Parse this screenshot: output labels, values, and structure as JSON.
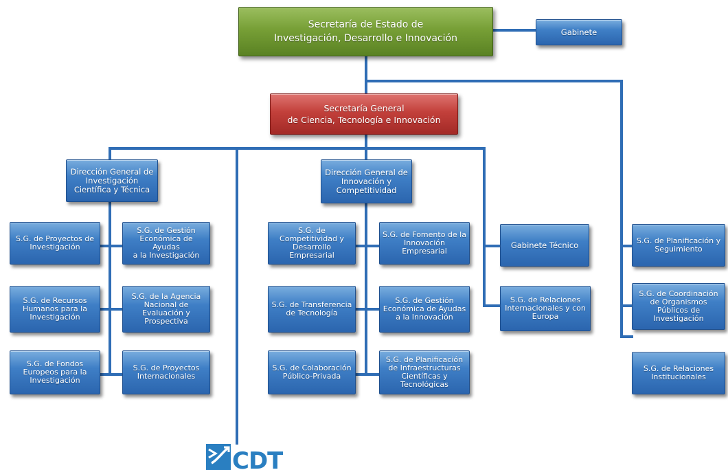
{
  "top": {
    "label": "Secretaría de Estado de\nInvestigación, Desarrollo e Innovación"
  },
  "gabinete": {
    "label": "Gabinete"
  },
  "general": {
    "label": "Secretaría General\nde Ciencia, Tecnología e Innovación"
  },
  "dg_investigacion": {
    "label": "Dirección General de\nInvestigación\nCientífica y Técnica"
  },
  "dg_innovacion": {
    "label": "Dirección General de\nInnovación y\nCompetitividad"
  },
  "left_units": [
    "S.G. de Proyectos de\nInvestigación",
    "S.G. de Gestión\nEconómica de Ayudas\na la Investigación",
    "S.G. de Recursos\nHumanos para la\nInvestigación",
    "S.G. de la Agencia\nNacional de\nEvaluación y\nProspectiva",
    "S.G. de Fondos\nEuropeos para la\nInvestigación",
    "S.G. de Proyectos\nInternacionales"
  ],
  "mid_units": [
    "S.G. de\nCompetitividad y\nDesarrollo\nEmpresarial",
    "S.G. de Fomento de la\nInnovación\nEmpresarial",
    "S.G. de Transferencia\nde Tecnología",
    "S.G. de Gestión\nEconómica de Ayudas\na la Innovación",
    "S.G. de Colaboración\nPúblico-Privada",
    "S.G. de Planificación\nde Infraestructuras\nCientíficas y\nTecnológicas"
  ],
  "gabinete_tecnico": {
    "label": "Gabinete Técnico"
  },
  "relaciones_internacionales": {
    "label": "S.G. de Relaciones\nInternacionales y con\nEuropa"
  },
  "right_units": [
    "S.G. de Planificación y\nSeguimiento",
    "S.G. de Coordinación\nde Organismos\nPúblicos de\nInvestigación",
    "S.G. de Relaciones\nInstitucionales"
  ],
  "logo": {
    "text": "CDTI",
    "color": "#2a7fc1"
  },
  "colors": {
    "line": "#2f6db5",
    "green": "#779f36",
    "red": "#c2403b",
    "blue": "#3f7fc6"
  }
}
